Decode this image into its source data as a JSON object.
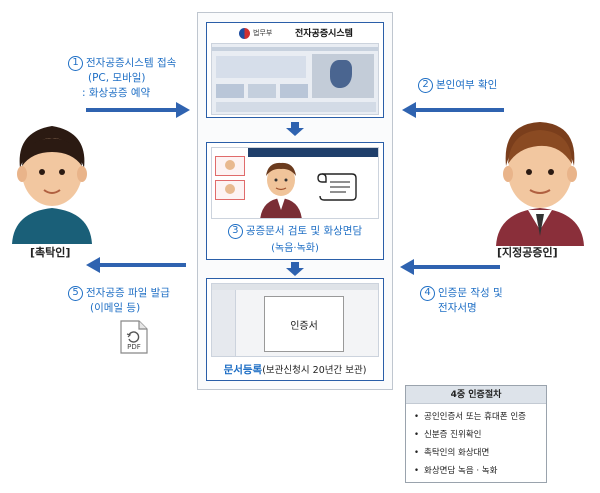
{
  "left_person": {
    "label": "[촉탁인]"
  },
  "right_person": {
    "label": "[지정공증인]"
  },
  "steps": {
    "s1": {
      "num": "1",
      "line1": "전자공증시스템 접속",
      "line2": "(PC, 모바일)",
      "line3": ": 화상공증 예약"
    },
    "s2": {
      "num": "2",
      "text": "본인여부 확인"
    },
    "s3": {
      "num": "3",
      "text": "공증문서 검토 및 화상면담",
      "sub": "(녹음·녹화)"
    },
    "s4": {
      "num": "4",
      "line1": "인증문 작성 및",
      "line2": "전자서명"
    },
    "s5": {
      "num": "5",
      "line1": "전자공증 파일 발급",
      "line2": "(이메일 등)"
    }
  },
  "screen1": {
    "ministry": "법무부",
    "title": "전자공증시스템"
  },
  "screen3": {
    "doc_text": "인증서"
  },
  "register": {
    "bold": "문서등록",
    "rest": "(보관신청시 20년간 보관)"
  },
  "pdf_label": "PDF",
  "info": {
    "title": "4중 인증절차",
    "items": [
      "공인인증서 또는 휴대폰 인증",
      "신분증 진위확인",
      "촉탁인의 화상대면",
      "화상면담 녹음 · 녹화"
    ]
  },
  "colors": {
    "accent": "#1f6fc5",
    "arrow": "#2f63b0"
  }
}
